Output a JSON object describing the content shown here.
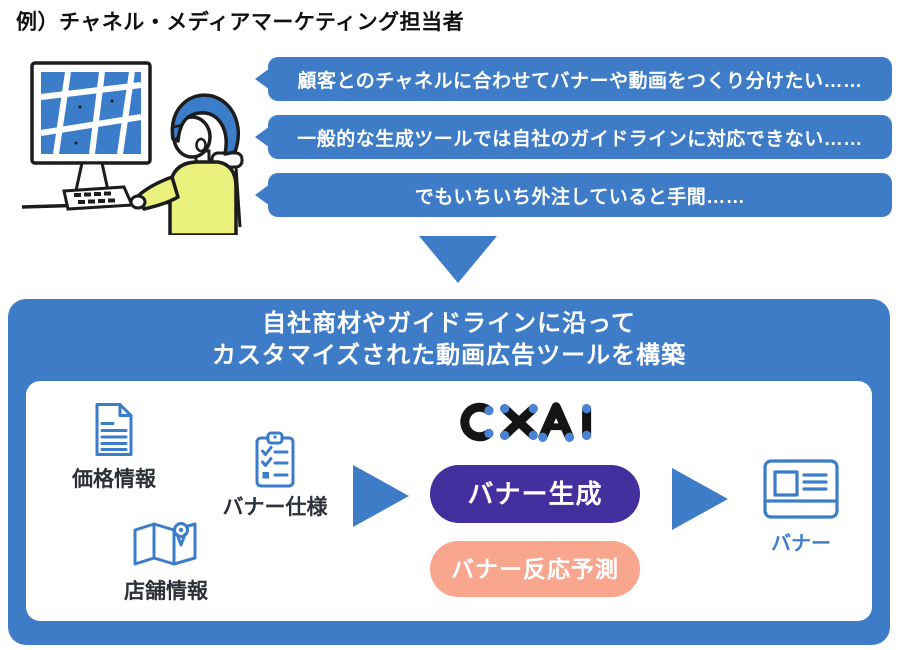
{
  "page": {
    "title": "例）チャネル・メディアマーケティング担当者"
  },
  "persona": {
    "illustration": "person-working-at-computer-with-map-on-screen",
    "speech_bubbles": [
      "顧客とのチャネルに合わせてバナーや動画をつくり分けたい……",
      "一般的な生成ツールでは自社のガイドラインに対応できない……",
      "でもいちいち外注していると手間……"
    ]
  },
  "solution_box": {
    "heading_line1": "自社商材やガイドラインに沿って",
    "heading_line2": "カスタマイズされた動画広告ツールを構築",
    "inputs": [
      {
        "icon": "document-icon",
        "label": "価格情報"
      },
      {
        "icon": "clipboard-icon",
        "label": "バナー仕様"
      },
      {
        "icon": "map-icon",
        "label": "店舗情報"
      }
    ],
    "engine": {
      "logo_text": "CXAI",
      "generate_button": "バナー生成",
      "predict_button": "バナー反応予測"
    },
    "output": {
      "icon": "banner-icon",
      "label": "バナー"
    }
  },
  "colors": {
    "primary_blue": "#3E7CC7",
    "icon_blue": "#3B7DC8",
    "logo_dot_blue": "#4A82D6",
    "deep_purple": "#43309E",
    "salmon": "#F8A68E",
    "shirt_yellow": "#E9F07C"
  }
}
